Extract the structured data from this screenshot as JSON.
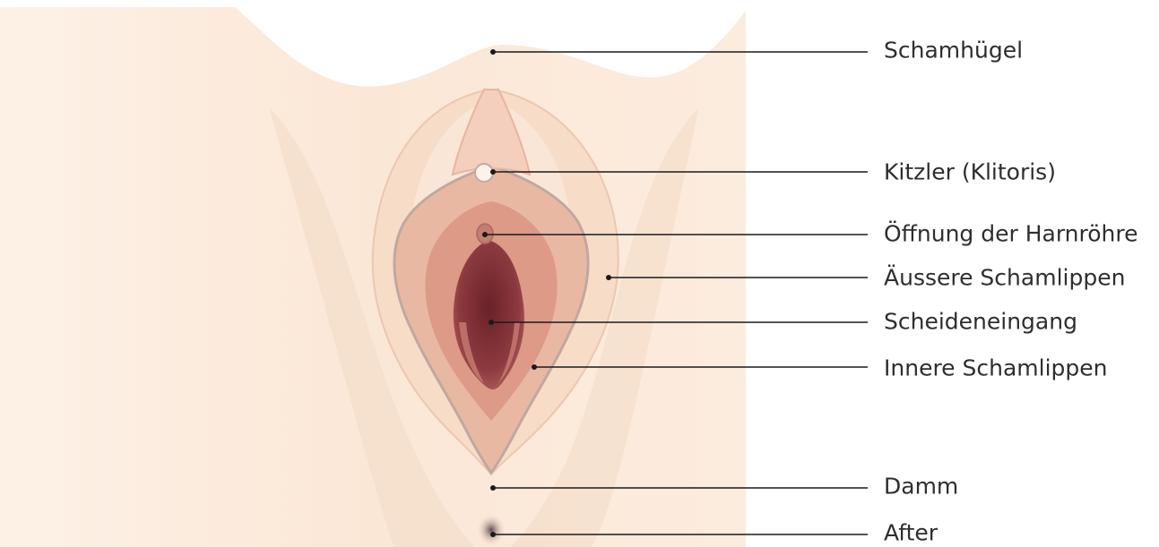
{
  "labels": [
    {
      "id": "mons",
      "text": "Schamhügel"
    },
    {
      "id": "clitoris",
      "text": "Kitzler (Klitoris)"
    },
    {
      "id": "urethra",
      "text": "Öffnung der Harnröhre"
    },
    {
      "id": "labia-majora",
      "text": "Äussere Schamlippen"
    },
    {
      "id": "vaginal-opening",
      "text": "Scheideneingang"
    },
    {
      "id": "labia-minora",
      "text": "Innere Schamlippen"
    },
    {
      "id": "perineum",
      "text": "Damm"
    },
    {
      "id": "anus",
      "text": "After"
    }
  ],
  "colors": {
    "skin": "#fbe9d9",
    "labia_minora": "#e7b8a4",
    "vestibule": "#dc9c8a",
    "opening": "#7a2d33",
    "leader_line": "#1a1a1a",
    "label_text": "#2e2e2e"
  }
}
